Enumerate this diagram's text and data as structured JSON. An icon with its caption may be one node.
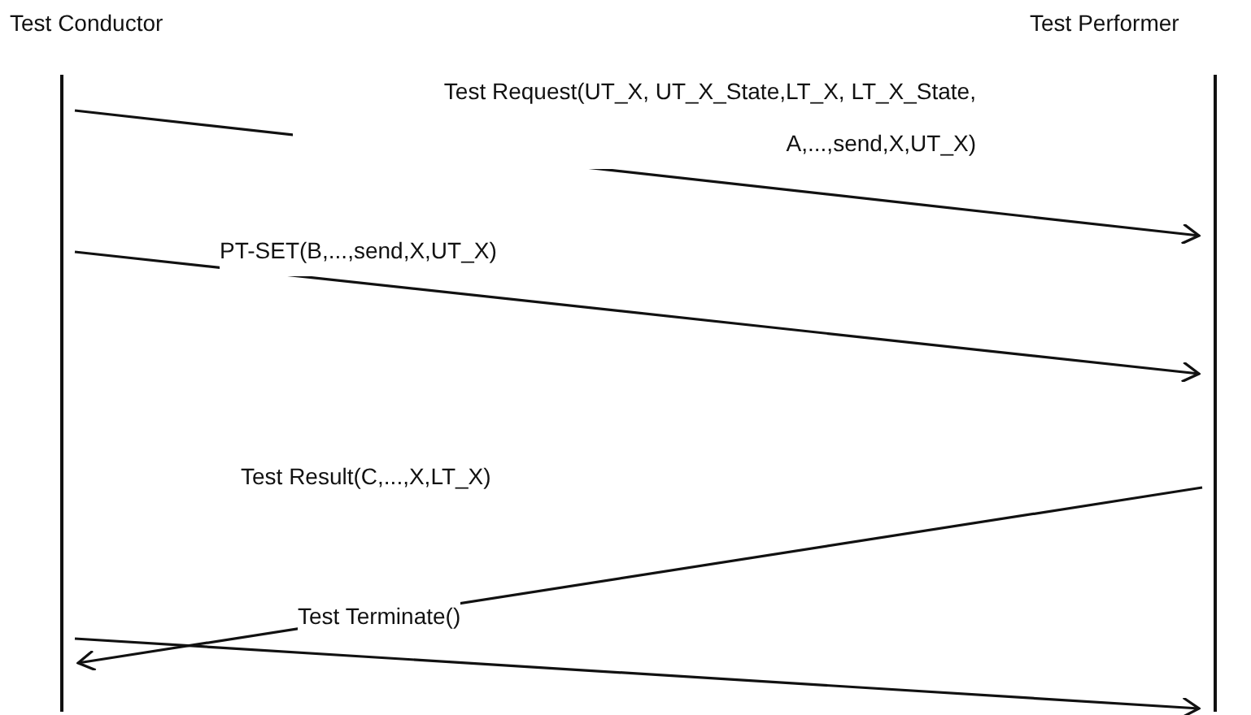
{
  "diagram": {
    "nodes": [
      {
        "text": [
          "Test Conductor"
        ]
      },
      {
        "text": [
          "Test Performer"
        ]
      }
    ],
    "edges": [
      {
        "from": 0,
        "to": 1,
        "arrow": "to",
        "label": "Test Request(UT_X, UT_X_State,LT_X, LT_X_State, A,...,send,X,UT_X)"
      },
      {
        "from": 0,
        "to": 1,
        "arrow": "to",
        "label": "PT-SET(B,...,send,X,UT_X)"
      },
      {
        "from": 1,
        "to": 0,
        "arrow": "to",
        "label": "Test Result(C,...,X,LT_X)"
      },
      {
        "from": 0,
        "to": 1,
        "arrow": "to",
        "label": "Test Terminate()"
      }
    ]
  }
}
